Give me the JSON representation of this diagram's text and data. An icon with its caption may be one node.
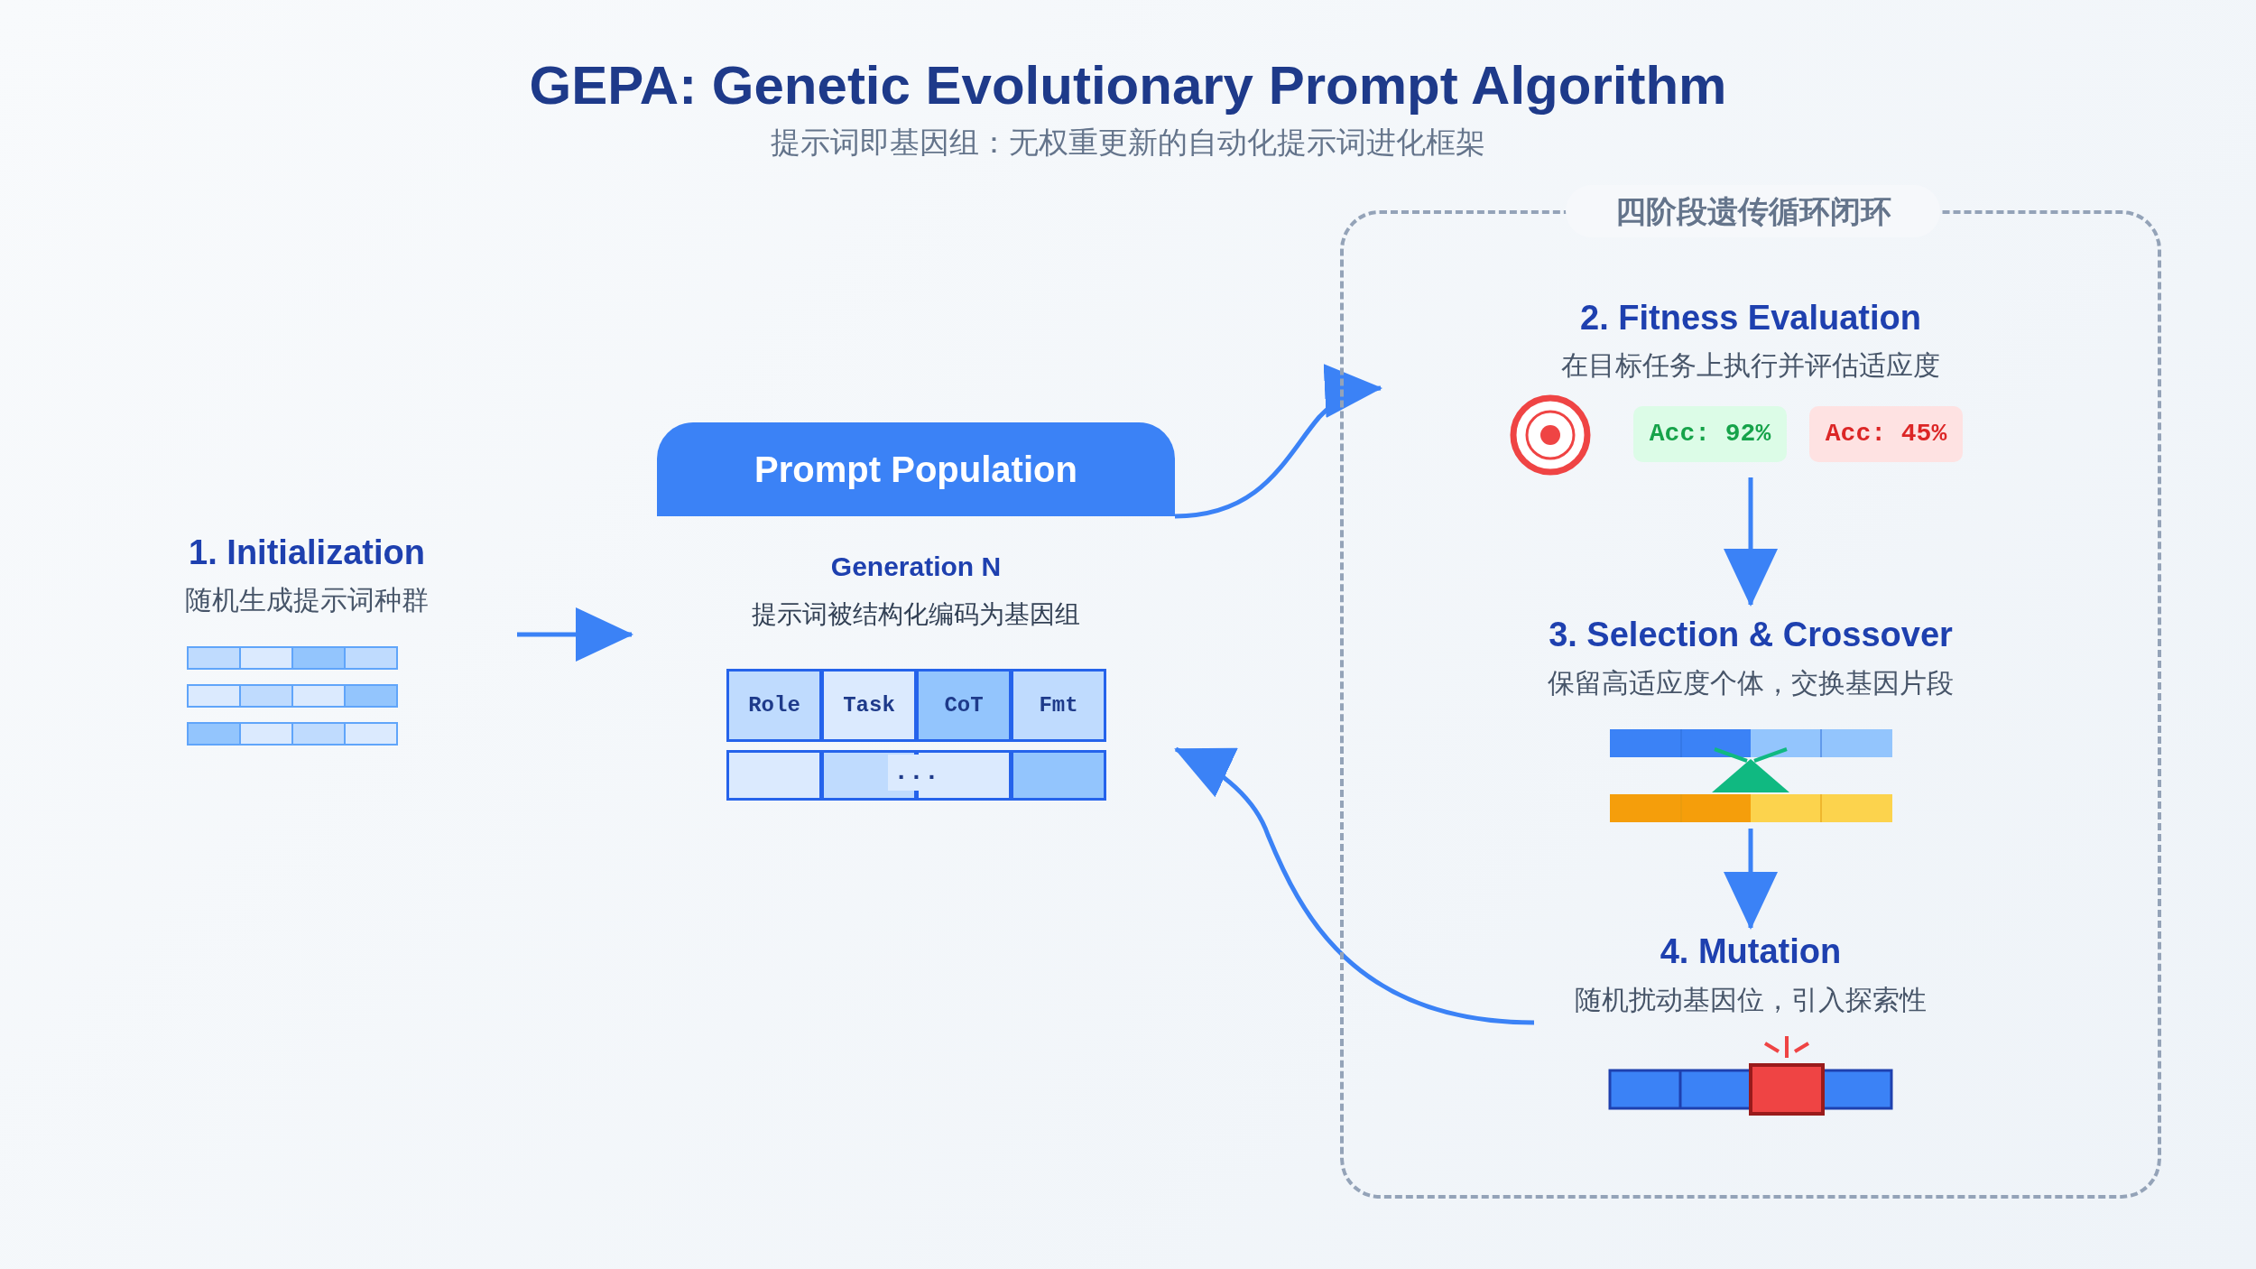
{
  "diagram": {
    "title": "GEPA: Genetic Evolutionary Prompt Algorithm",
    "nodes": [
      {
        "text": [
          "1. Initialization",
          "随机生成提示词种群"
        ]
      },
      {
        "text": [
          "Prompt Population",
          "Generation N",
          "提示词被结构化编码为基因组"
        ]
      },
      {
        "text": [
          "四阶段遗传循环闭环"
        ]
      },
      {
        "text": [
          "2. Fitness Evaluation",
          "在目标任务上执行并评估适应度"
        ],
        "in": 2
      },
      {
        "text": [
          "3. Selection & Crossover",
          "保留高适应度个体，交换基因片段"
        ],
        "in": 2
      },
      {
        "text": [
          "4. Mutation",
          "随机扰动基因位，引入探索性"
        ],
        "in": 2
      }
    ],
    "edges": [
      {
        "from": 0,
        "to": 1,
        "arrow": "to"
      },
      {
        "from": 1,
        "to": 3,
        "arrow": "to"
      },
      {
        "from": 3,
        "to": 4,
        "arrow": "to"
      },
      {
        "from": 4,
        "to": 5,
        "arrow": "to"
      },
      {
        "from": 5,
        "to": 1,
        "arrow": "to"
      }
    ],
    "labels": [
      "提示词即基因组：无权重更新的自动化提示词进化框架",
      "Role",
      "Task",
      "CoT",
      "Fmt",
      "...",
      "Acc: 92%",
      "Acc: 45%"
    ]
  }
}
